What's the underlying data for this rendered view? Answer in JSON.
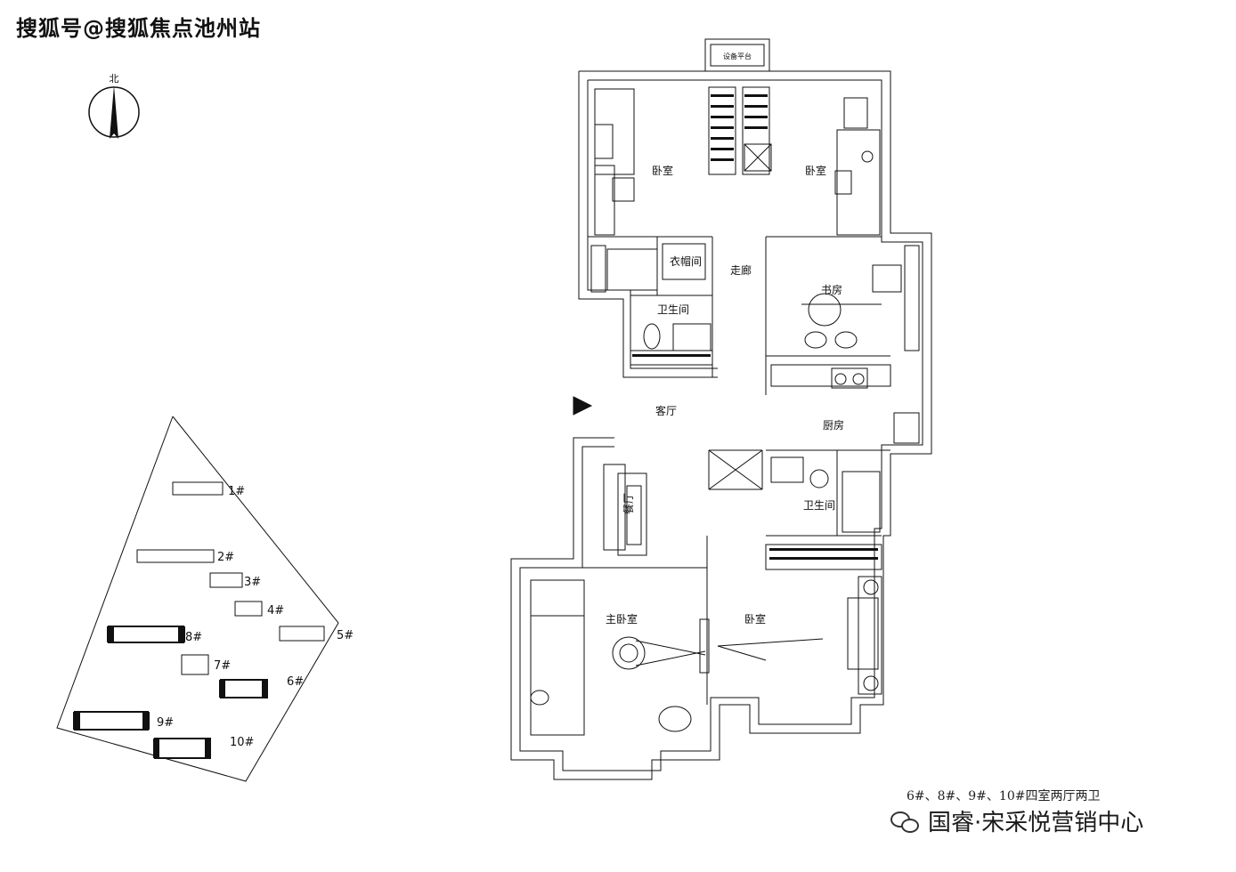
{
  "watermark": "搜狐号@搜狐焦点池州站",
  "compass": {
    "north_label": "北"
  },
  "site_plan": {
    "buildings": [
      {
        "label": "1#"
      },
      {
        "label": "2#"
      },
      {
        "label": "3#"
      },
      {
        "label": "4#"
      },
      {
        "label": "5#"
      },
      {
        "label": "8#"
      },
      {
        "label": "7#"
      },
      {
        "label": "6#"
      },
      {
        "label": "9#"
      },
      {
        "label": "10#"
      }
    ]
  },
  "floor_plan": {
    "rooms": {
      "bedroom_nw": "卧室",
      "bedroom_ne": "卧室",
      "walkin": "衣帽间",
      "corridor": "走廊",
      "bathroom1": "卫生间",
      "study": "书房",
      "living": "客厅",
      "kitchen": "厨房",
      "dining": "餐厅",
      "bathroom2": "卫生间",
      "master_bedroom": "主卧室",
      "bedroom_se": "卧室",
      "balcony": "设备平台"
    }
  },
  "footer": {
    "note": "6#、8#、9#、10#四室两厅两卫",
    "brand": "国睿·宋采悦营销中心"
  }
}
